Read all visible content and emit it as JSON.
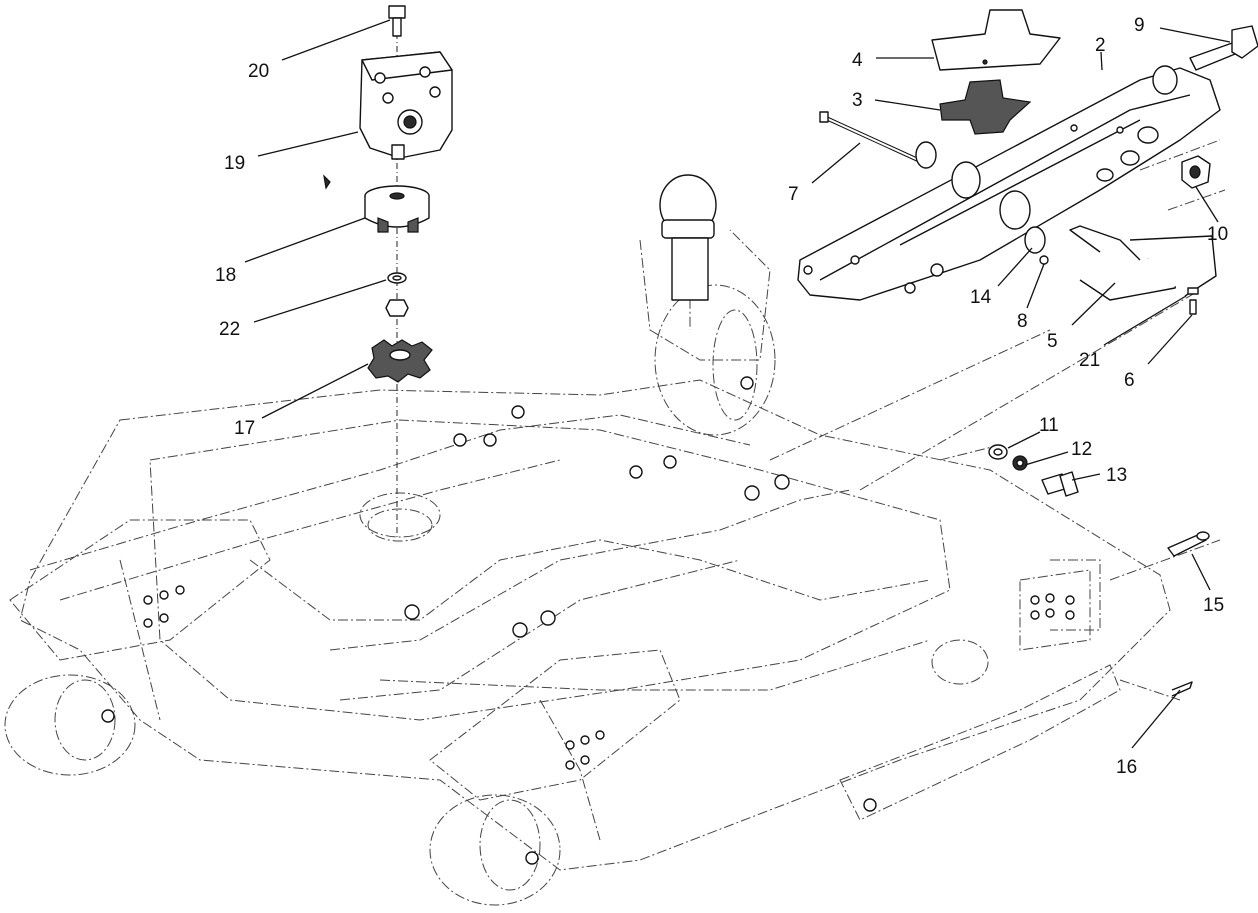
{
  "diagram": {
    "callouts": [
      {
        "label": "20"
      },
      {
        "label": "19"
      },
      {
        "label": "18"
      },
      {
        "label": "22"
      },
      {
        "label": "17"
      },
      {
        "label": "4"
      },
      {
        "label": "3"
      },
      {
        "label": "2"
      },
      {
        "label": "9"
      },
      {
        "label": "7"
      },
      {
        "label": "10"
      },
      {
        "label": "14"
      },
      {
        "label": "8"
      },
      {
        "label": "5"
      },
      {
        "label": "21"
      },
      {
        "label": "6"
      },
      {
        "label": "11"
      },
      {
        "label": "12"
      },
      {
        "label": "13"
      },
      {
        "label": "15"
      },
      {
        "label": "16"
      }
    ]
  }
}
